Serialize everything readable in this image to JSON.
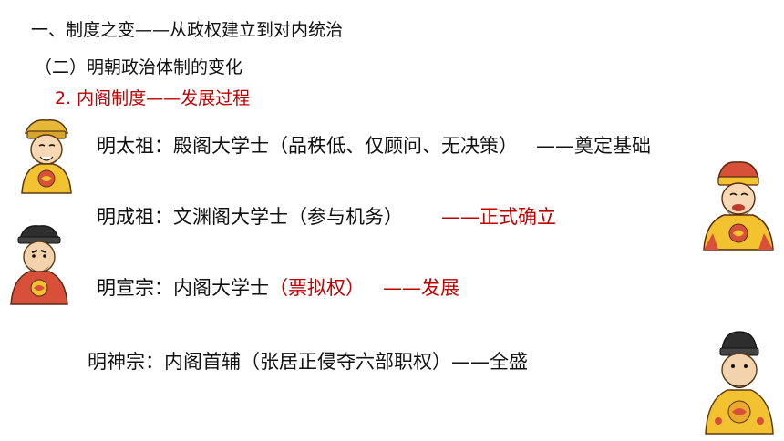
{
  "headings": {
    "section": "一、制度之变——从政权建立到对内统治",
    "subsection": "（二）明朝政治体制的变化",
    "topic": "2. 内阁制度——发展过程"
  },
  "rows": [
    {
      "emperor": "明太祖：",
      "institution": "殿阁大学士（品秩低、仅顾问、无决策）",
      "stage": "——奠定基础"
    },
    {
      "emperor": "明成祖：",
      "institution": "文渊阁大学士（参与机务）",
      "stage": "——正式确立"
    },
    {
      "emperor": "明宣宗：",
      "institution": "内阁大学士",
      "highlight": "（票拟权）",
      "stage": "——发展"
    },
    {
      "emperor": "明神宗：",
      "institution": "内阁首辅（张居正侵夺六部职权）",
      "stage": "——全盛"
    }
  ],
  "colors": {
    "accent_red": "#c00000",
    "robe_yellow": "#f2c230",
    "robe_red": "#d9503a"
  },
  "illustrations": [
    "emperor-taizu-cartoon",
    "emperor-chengzu-cartoon",
    "emperor-xuanzong-cartoon",
    "emperor-shenzong-cartoon"
  ]
}
